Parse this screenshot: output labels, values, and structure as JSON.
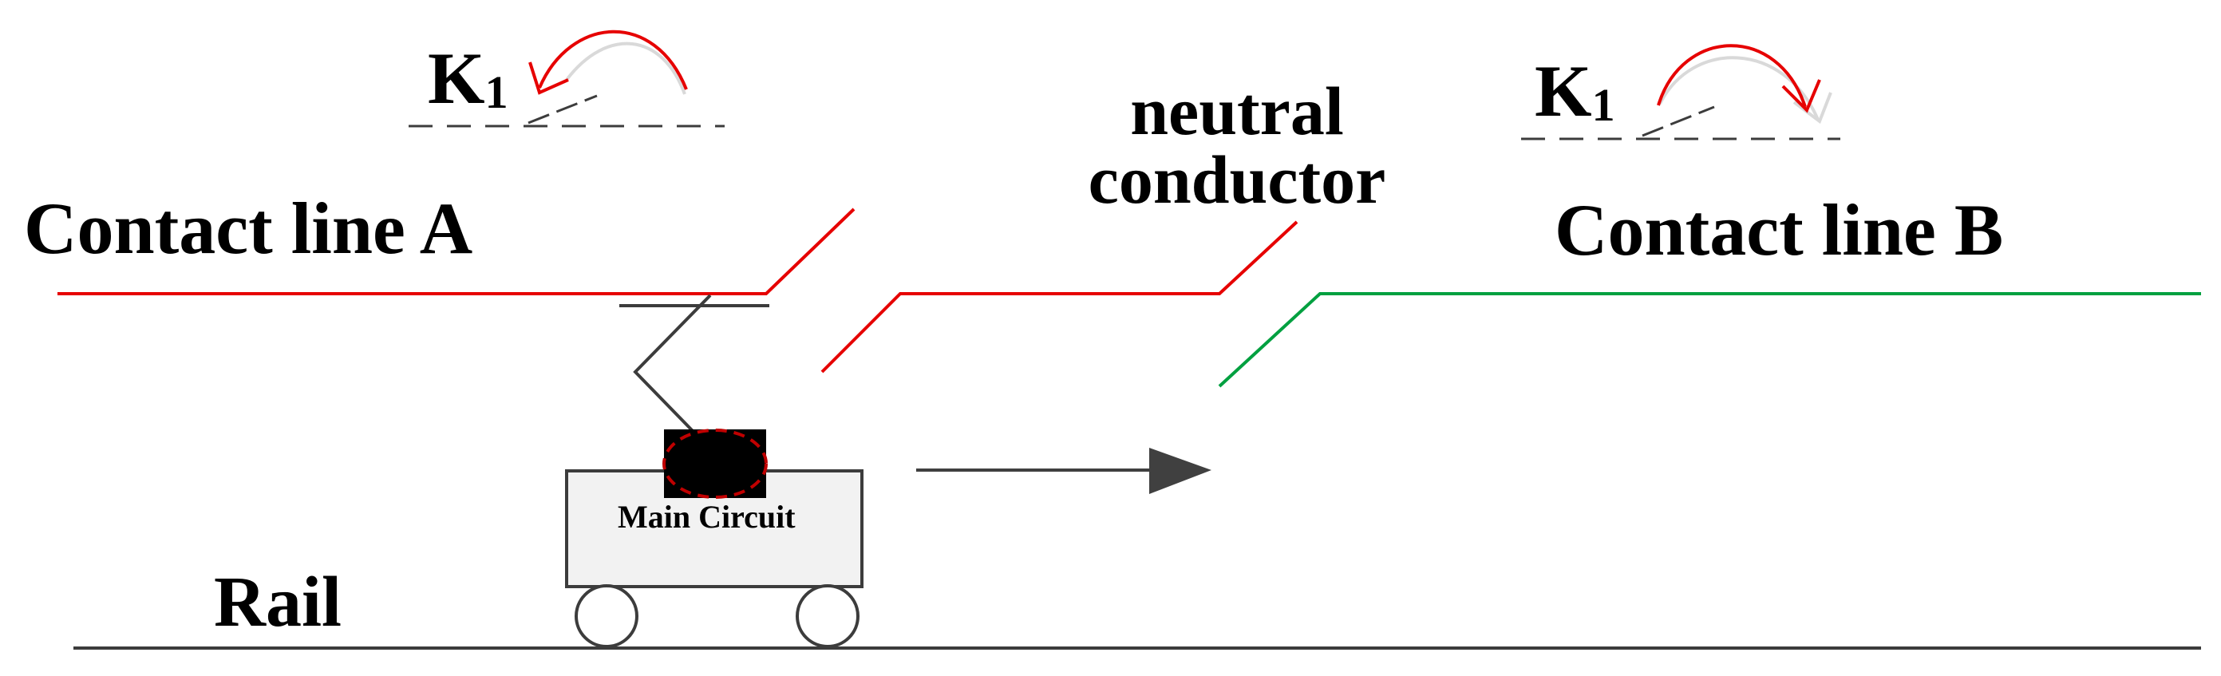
{
  "labels": {
    "contact_line_a": "Contact line A",
    "contact_line_b": "Contact line B",
    "neutral_line1": "neutral",
    "neutral_line2": "conductor",
    "rail": "Rail",
    "main_circuit": "Main Circuit",
    "k1_left": "K",
    "k1_left_sub": "1",
    "k1_right": "K",
    "k1_right_sub": "1"
  },
  "colors": {
    "contact_line_a": "#e60000",
    "neutral_conductor": "#e60000",
    "contact_line_b": "#00a040",
    "switch_arrow": "#e60000",
    "switch_arrow_shadow": "#d9d9d9",
    "rail": "#3c3c3c",
    "locomotive_body": "#f2f2f2",
    "main_circuit_dashed": "#c00000",
    "direction_arrow": "#404040"
  },
  "switches": {
    "left_state": "closing",
    "right_state": "opening"
  }
}
